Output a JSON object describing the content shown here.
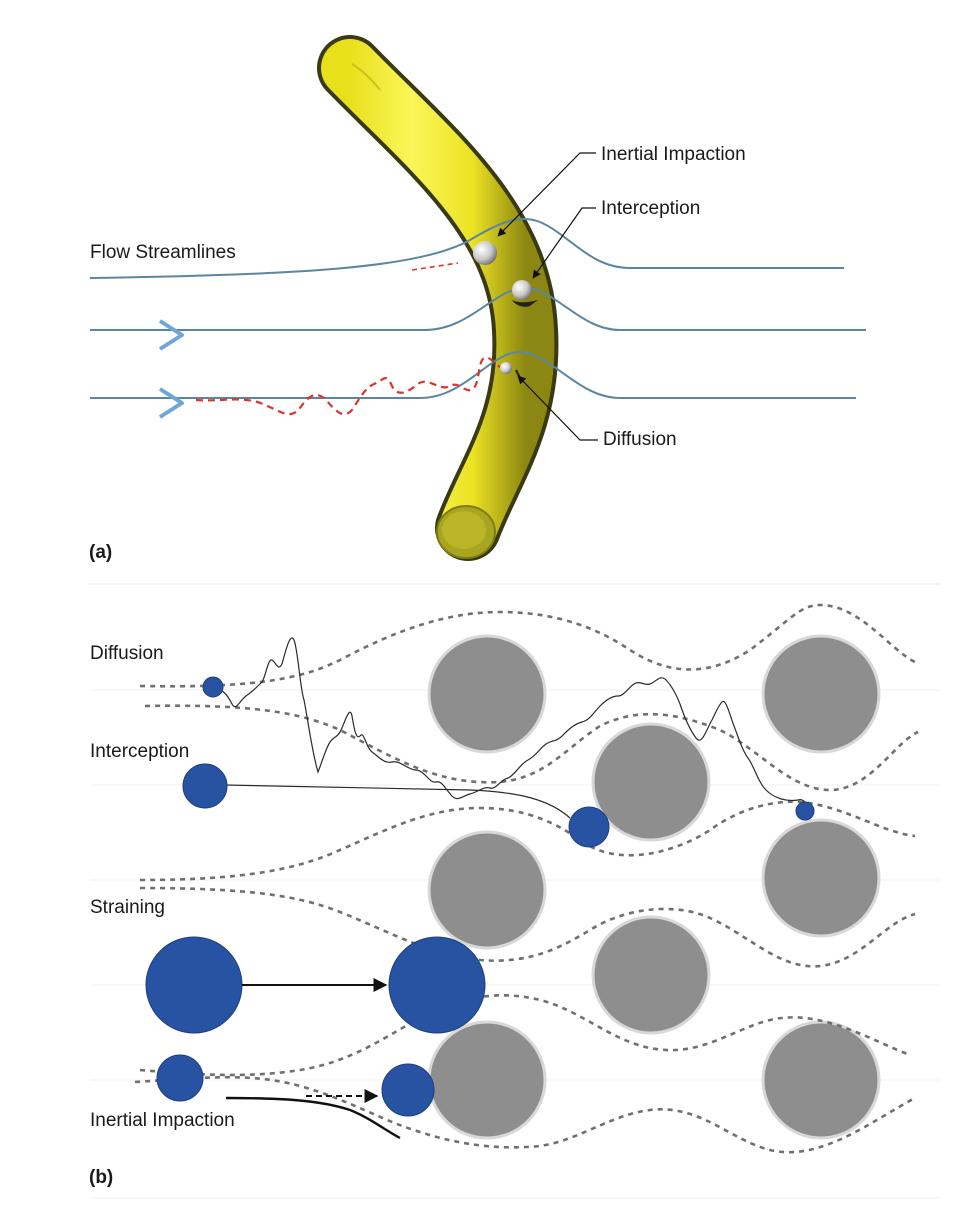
{
  "panel_a": {
    "panel_label": "(a)",
    "labels": {
      "flow_streamlines": "Flow Streamlines",
      "inertial_impaction": "Inertial Impaction",
      "interception": "Interception",
      "diffusion": "Diffusion"
    },
    "colors": {
      "fiber": "#f2ec2a",
      "streamline": "#5b86a3",
      "brownian_path": "#d9362b",
      "flow_arrow": "#6fa6d8"
    }
  },
  "panel_b": {
    "panel_label": "(b)",
    "labels": {
      "diffusion": "Diffusion",
      "interception": "Interception",
      "straining": "Straining",
      "inertial_impaction": "Inertial Impaction"
    },
    "colors": {
      "fiber": "#8e8e8e",
      "particle": "#2753a2",
      "flow_line": "#707070"
    }
  }
}
